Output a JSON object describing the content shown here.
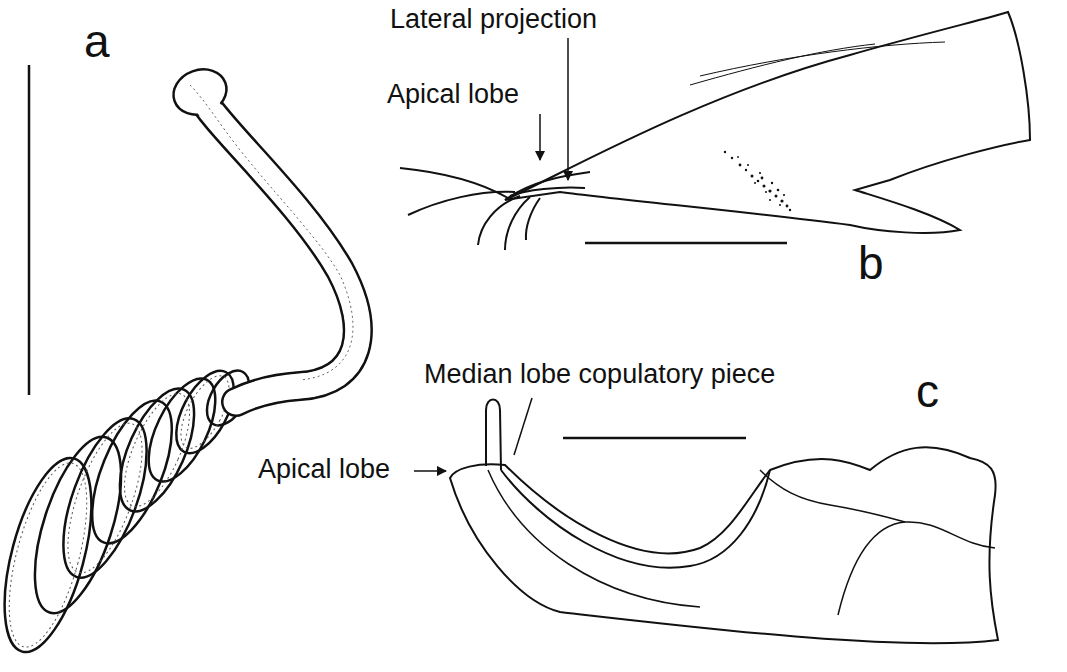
{
  "diagram": {
    "labels": [
      "Lateral projection",
      "Apical lobe",
      "a",
      "b",
      "Median lobe copulatory piece",
      "c",
      "Apical lobe"
    ]
  }
}
